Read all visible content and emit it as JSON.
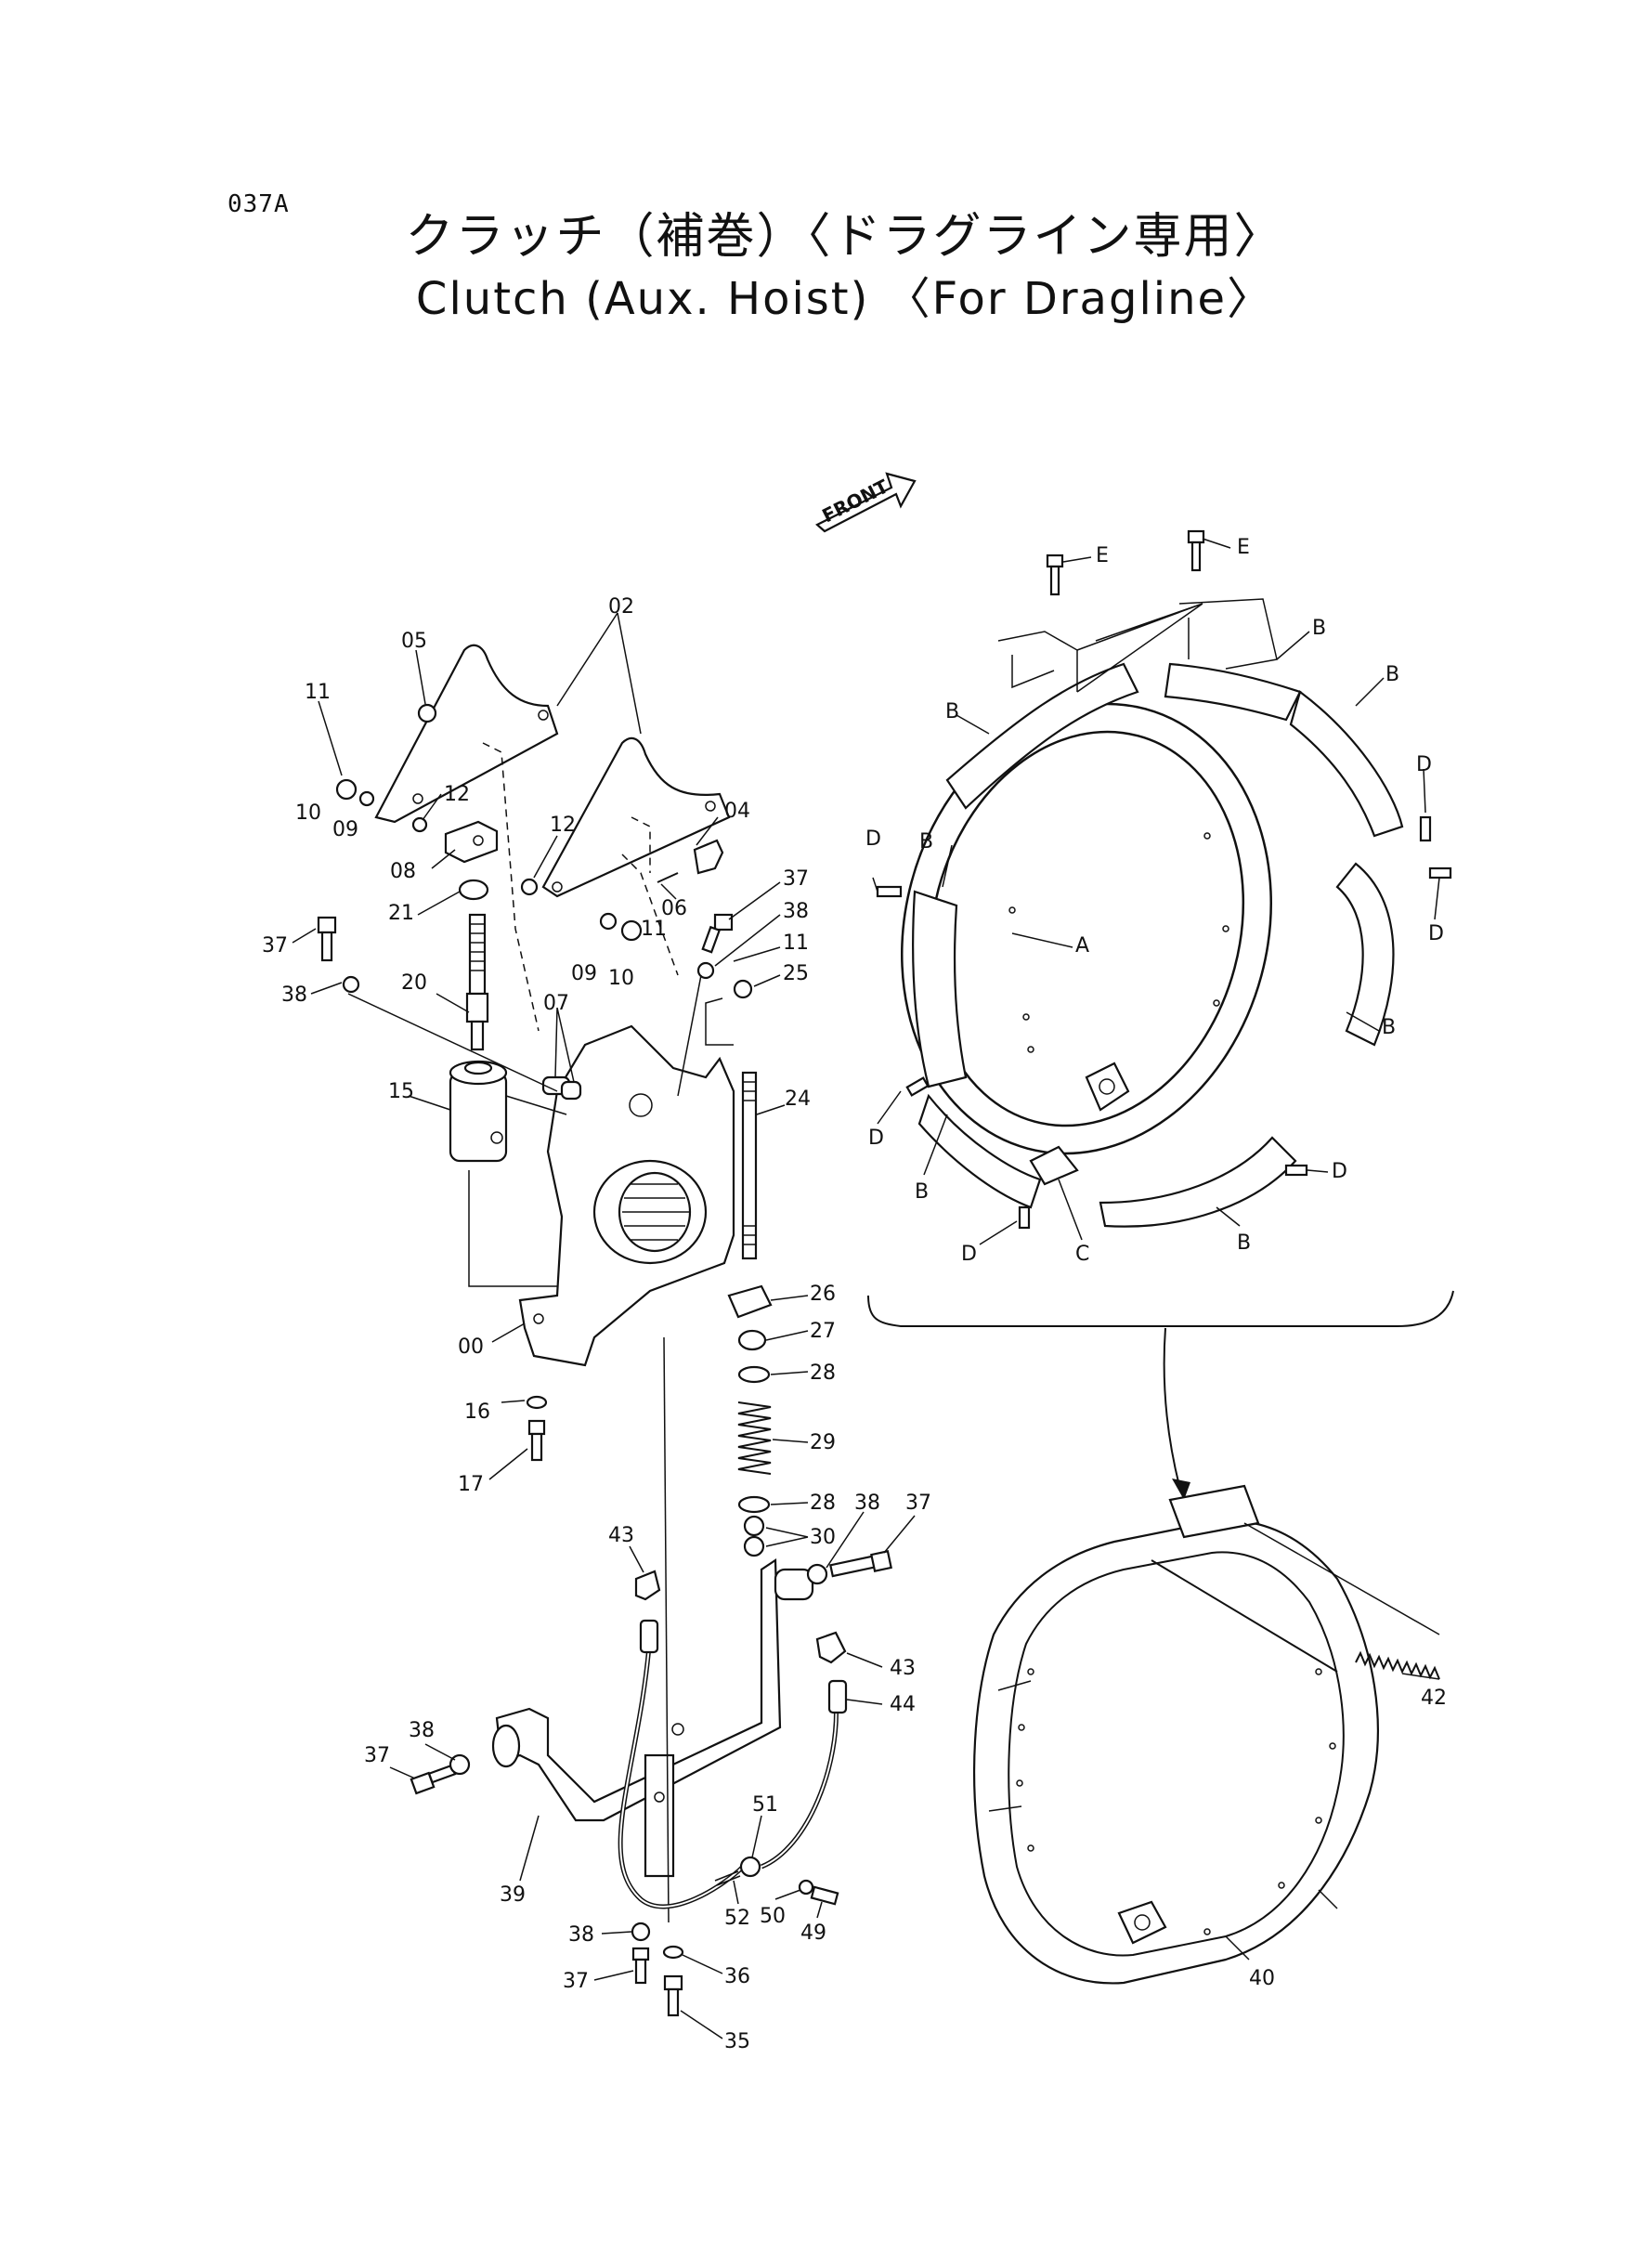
{
  "page_code": "037A",
  "title_jp": "クラッチ（補巻）〈ドラグライン専用〉",
  "title_en": "Clutch (Aux. Hoist) 〈For Dragline〉",
  "front_marker": "FRONT",
  "callouts": {
    "c00": "00",
    "c02": "02",
    "c04": "04",
    "c05": "05",
    "c06": "06",
    "c07": "07",
    "c08": "08",
    "c09a": "09",
    "c09b": "09",
    "c10a": "10",
    "c10b": "10",
    "c11a": "11",
    "c11b": "11",
    "c11c": "11",
    "c12a": "12",
    "c12b": "12",
    "c15": "15",
    "c16": "16",
    "c17": "17",
    "c20": "20",
    "c21": "21",
    "c24": "24",
    "c25": "25",
    "c26": "26",
    "c27": "27",
    "c28a": "28",
    "c28b": "28",
    "c29": "29",
    "c30": "30",
    "c35": "35",
    "c36": "36",
    "c37a": "37",
    "c37b": "37",
    "c37c": "37",
    "c37d": "37",
    "c37e": "37",
    "c38a": "38",
    "c38b": "38",
    "c38c": "38",
    "c38d": "38",
    "c38e": "38",
    "c39": "39",
    "c40": "40",
    "c42": "42",
    "c43a": "43",
    "c43b": "43",
    "c44": "44",
    "c49": "49",
    "c50": "50",
    "c51": "51",
    "c52": "52",
    "cA": "A",
    "cB1": "B",
    "cB2": "B",
    "cB3": "B",
    "cB4": "B",
    "cB5": "B",
    "cB6": "B",
    "cB7": "B",
    "cC": "C",
    "cD1": "D",
    "cD2": "D",
    "cD3": "D",
    "cD4": "D",
    "cD5": "D",
    "cD6": "D",
    "cE1": "E",
    "cE2": "E"
  }
}
